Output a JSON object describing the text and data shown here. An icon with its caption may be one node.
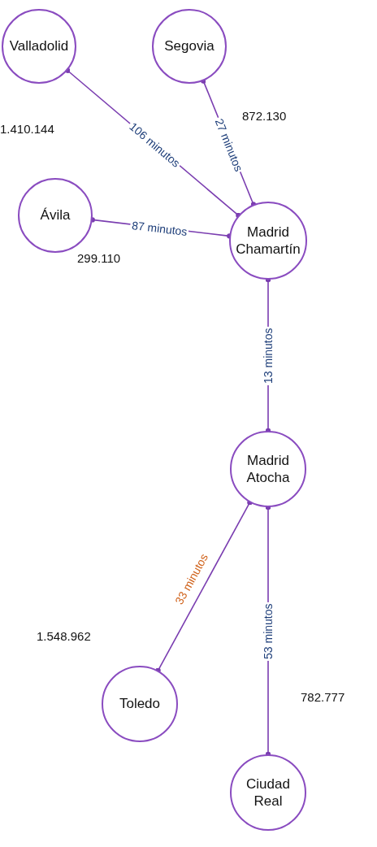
{
  "diagram": {
    "nodes": [
      {
        "text": [
          "Valladolid"
        ],
        "beside": [
          "1.410.144"
        ]
      },
      {
        "text": [
          "Segovia"
        ],
        "beside": [
          "872.130"
        ]
      },
      {
        "text": [
          "Ávila"
        ],
        "beside": [
          "299.110"
        ]
      },
      {
        "text": [
          "Madrid Chamartín"
        ]
      },
      {
        "text": [
          "Madrid Atocha"
        ]
      },
      {
        "text": [
          "Toledo"
        ],
        "beside": [
          "1.548.962"
        ]
      },
      {
        "text": [
          "Ciudad Real"
        ]
      }
    ],
    "labels": [
      "782.777"
    ],
    "edges": [
      {
        "from": 0,
        "to": 3,
        "arrow": "other",
        "label": "106 minutos"
      },
      {
        "from": 1,
        "to": 3,
        "arrow": "other",
        "label": "27 minutos"
      },
      {
        "from": 2,
        "to": 3,
        "arrow": "other",
        "label": "87 minutos"
      },
      {
        "from": 3,
        "to": 4,
        "arrow": "other",
        "label": "13 minutos"
      },
      {
        "from": 4,
        "to": 5,
        "arrow": "other",
        "label": "33 minutos"
      },
      {
        "from": 4,
        "to": 6,
        "arrow": "other",
        "label": "53 minutos"
      }
    ]
  }
}
